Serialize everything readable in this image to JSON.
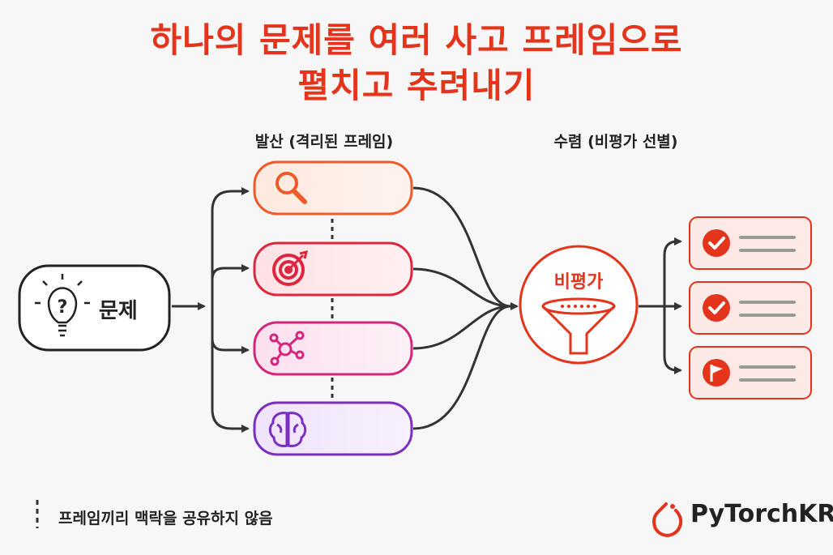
{
  "title": {
    "line1": "하나의 문제를 여러 사고 프레임으로",
    "line2": "펼치고 추려내기"
  },
  "divergence_label": "발산 (격리된 프레임)",
  "convergence_label": "수렴 (비평가 선별)",
  "problem": {
    "label": "문제",
    "icon": "lightbulb-question-icon"
  },
  "frames": [
    {
      "icon": "magnifier-icon",
      "color": "#f05a28"
    },
    {
      "icon": "target-icon",
      "color": "#e0263f"
    },
    {
      "icon": "network-nodes-icon",
      "color": "#d5277a"
    },
    {
      "icon": "brain-icon",
      "color": "#7a2fc0"
    }
  ],
  "critic": {
    "label": "비평가",
    "icon": "funnel-icon"
  },
  "outputs": [
    {
      "icon": "check-circle-icon"
    },
    {
      "icon": "check-circle-icon"
    },
    {
      "icon": "flag-icon"
    }
  ],
  "legend": {
    "text": "프레임끼리 맥락을 공유하지 않음"
  },
  "brand": {
    "name": "PyTorchKR"
  },
  "colors": {
    "accent": "#e5341c"
  }
}
